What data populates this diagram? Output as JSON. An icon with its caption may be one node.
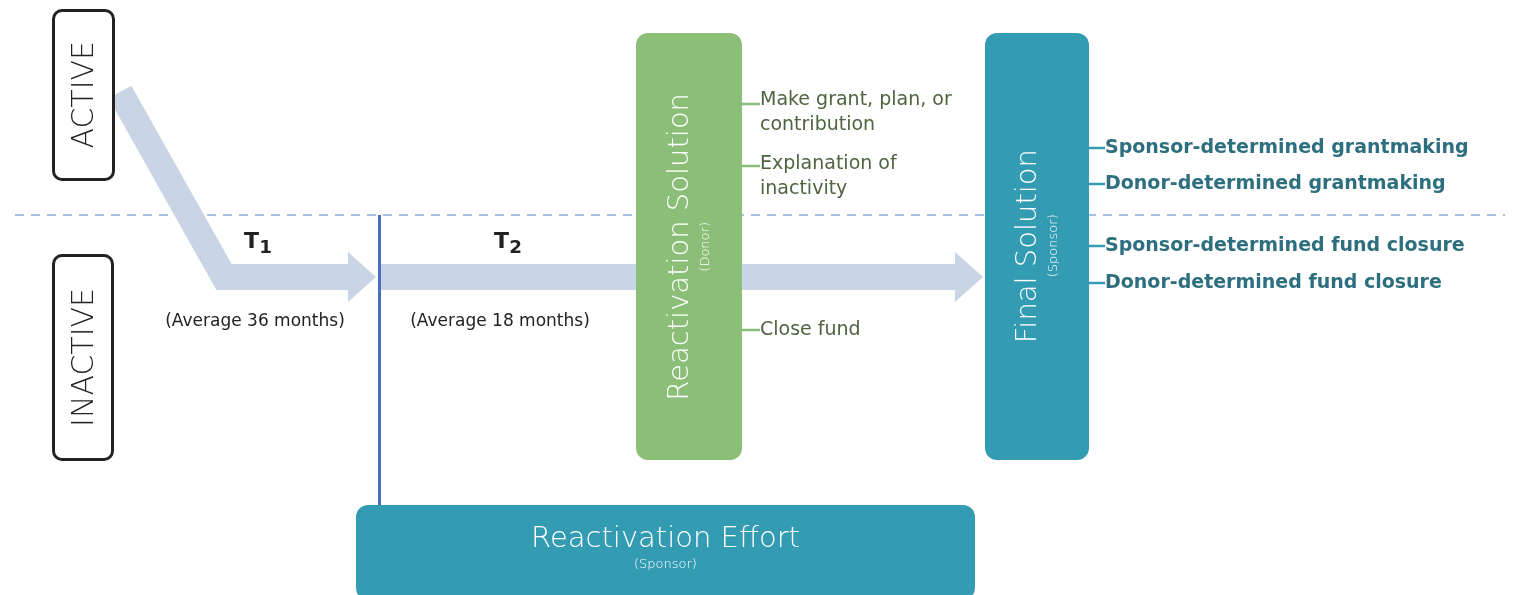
{
  "diagram": {
    "nodes": [
      {
        "text": [
          "ACTIVE"
        ]
      },
      {
        "text": [
          "INACTIVE"
        ]
      },
      {
        "text": [],
        "shape": "bar"
      },
      {
        "text": [
          "Reactivation Solution",
          "(Donor)"
        ]
      },
      {
        "text": [
          "Make grant, plan, or contribution"
        ]
      },
      {
        "text": [
          "Explanation of inactivity"
        ]
      },
      {
        "text": [
          "Close fund"
        ]
      },
      {
        "text": [
          "Final Solution",
          "(Sponsor)"
        ]
      },
      {
        "text": [
          "Sponsor-determined grantmaking"
        ]
      },
      {
        "text": [
          "Donor-determined grantmaking"
        ]
      },
      {
        "text": [
          "Sponsor-determined fund closure"
        ]
      },
      {
        "text": [
          "Donor-determined fund closure"
        ]
      },
      {
        "text": [
          "Reactivation Effort",
          "(Sponsor)"
        ]
      }
    ],
    "edges": [
      {
        "from": 0,
        "to": 2,
        "arrow": "to",
        "style": "thick",
        "color": "#c9d5e4"
      },
      {
        "from": 2,
        "to": 3,
        "arrow": "none",
        "style": "thick",
        "color": "#c9d5e4"
      },
      {
        "from": 3,
        "to": 7,
        "arrow": "to",
        "style": "thick",
        "color": "#c9d5e4"
      },
      {
        "from": 3,
        "to": 4,
        "arrow": "none",
        "color": "#8bbf77"
      },
      {
        "from": 3,
        "to": 5,
        "arrow": "none",
        "color": "#8bbf77"
      },
      {
        "from": 3,
        "to": 6,
        "arrow": "none",
        "color": "#8bbf77"
      },
      {
        "from": 7,
        "to": 8,
        "arrow": "none",
        "color": "#339cb3"
      },
      {
        "from": 7,
        "to": 9,
        "arrow": "none",
        "color": "#339cb3"
      },
      {
        "from": 7,
        "to": 10,
        "arrow": "none",
        "color": "#339cb3"
      },
      {
        "from": 7,
        "to": 11,
        "arrow": "none",
        "color": "#339cb3"
      }
    ],
    "labels": [
      "T$_{1}$",
      "(Average 36 months)",
      "T$_{2}$",
      "(Average 18 months)"
    ]
  }
}
